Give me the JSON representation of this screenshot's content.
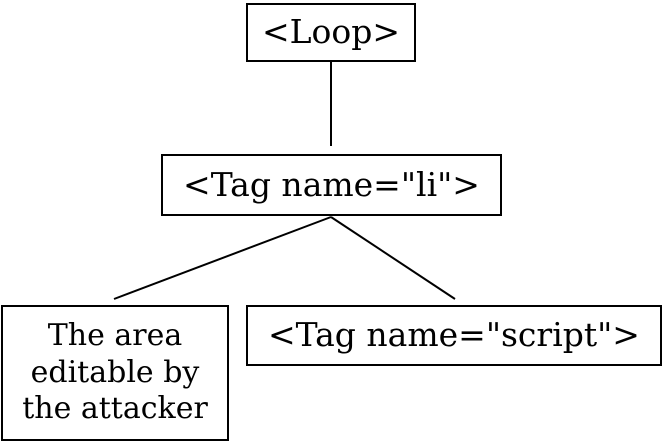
{
  "tree": {
    "root": {
      "label": "<Loop>"
    },
    "child": {
      "label": "<Tag name=\"li\">"
    },
    "leaves": [
      {
        "label": "The area editable by the attacker"
      },
      {
        "label": "<Tag name=\"script\">"
      }
    ]
  }
}
